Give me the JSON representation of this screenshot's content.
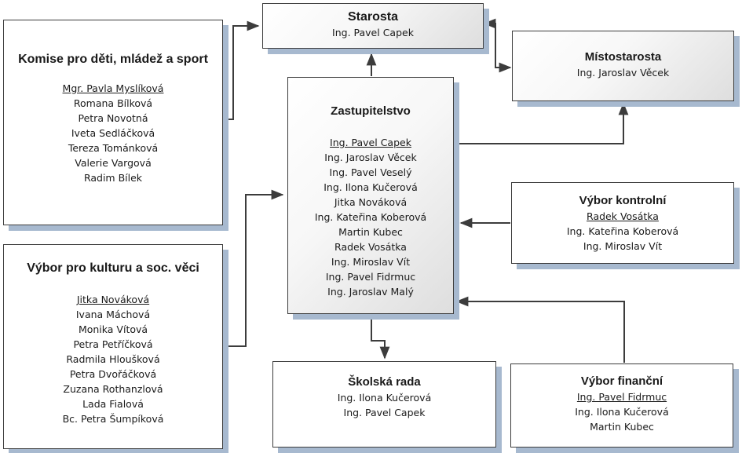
{
  "starosta": {
    "title": "Starosta",
    "members": [
      "Ing. Pavel Capek"
    ]
  },
  "mistostarosta": {
    "title": "Místostarosta",
    "members": [
      "Ing. Jaroslav Věcek"
    ]
  },
  "komise_deti": {
    "title": "Komise pro děti, mládež a sport",
    "lead": "Mgr. Pavla Myslíková",
    "members": [
      "Romana Bílková",
      "Petra Novotná",
      "Iveta Sedláčková",
      "Tereza Tománková",
      "Valerie Vargová",
      "Radim Bílek"
    ]
  },
  "zastupitelstvo": {
    "title": "Zastupitelstvo",
    "lead": "Ing. Pavel Capek",
    "members": [
      "Ing. Jaroslav Věcek",
      "Ing. Pavel Veselý",
      "Ing. Ilona Kučerová",
      "Jitka Nováková",
      "Ing. Kateřina Koberová",
      "Martin Kubec",
      "Radek Vosátka",
      "Ing. Miroslav Vít",
      "Ing. Pavel Fidrmuc",
      "Ing. Jaroslav Malý"
    ]
  },
  "vybor_kontrolni": {
    "title": "Výbor kontrolní",
    "lead": "Radek Vosátka",
    "members": [
      "Ing. Kateřina Koberová",
      "Ing. Miroslav Vít"
    ]
  },
  "vybor_kultura": {
    "title": "Výbor pro kulturu a soc. věci",
    "lead": "Jitka Nováková",
    "members": [
      "Ivana Máchová",
      "Monika Vítová",
      "Petra Petříčková",
      "Radmila Hloušková",
      "Petra Dvořáčková",
      "Zuzana Rothanzlová",
      "Lada Fialová",
      "Bc. Petra Šumpíková"
    ]
  },
  "skolska_rada": {
    "title": "Školská rada",
    "members": [
      "Ing. Ilona Kučerová",
      "Ing. Pavel Capek"
    ]
  },
  "vybor_financni": {
    "title": "Výbor finanční",
    "lead": "Ing. Pavel Fidrmuc",
    "members": [
      "Ing. Ilona Kučerová",
      "Martin Kubec"
    ]
  },
  "colors": {
    "line": "#3c3c3c",
    "shadow": "#a7b9cf"
  }
}
